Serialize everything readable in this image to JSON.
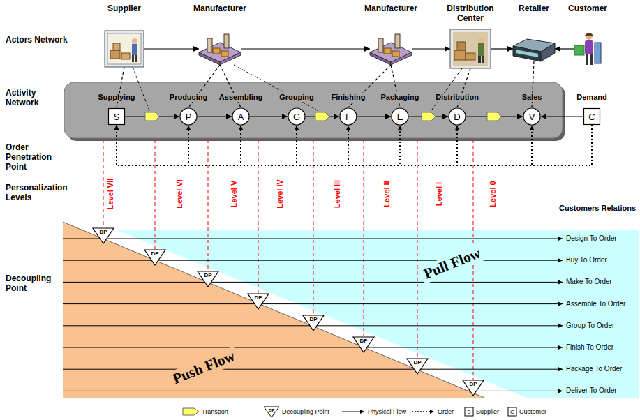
{
  "diagram": {
    "nodes": [
      {
        "text": [
          "Supplier"
        ]
      },
      {
        "text": [
          "Manufacturer"
        ]
      },
      {
        "text": [
          "Manufacturer"
        ]
      },
      {
        "text": [
          "Distribution Center"
        ]
      },
      {
        "text": [
          "Retailer"
        ]
      },
      {
        "text": [
          "Customer"
        ]
      },
      {
        "text": [
          "Supplying",
          "S"
        ]
      },
      {
        "text": [
          "Producing",
          "P"
        ]
      },
      {
        "text": [
          "Assembling",
          "A"
        ]
      },
      {
        "text": [
          "Grouping",
          "G"
        ]
      },
      {
        "text": [
          "Finishing",
          "F"
        ]
      },
      {
        "text": [
          "Packaging",
          "E"
        ]
      },
      {
        "text": [
          "Distribution",
          "D"
        ]
      },
      {
        "text": [
          "Sales",
          "V"
        ]
      },
      {
        "text": [
          "Demand",
          "C"
        ]
      },
      {
        "text": [
          "DP"
        ]
      },
      {
        "text": [
          "DP"
        ]
      },
      {
        "text": [
          "DP"
        ]
      },
      {
        "text": [
          "DP"
        ]
      },
      {
        "text": [
          "DP"
        ]
      },
      {
        "text": [
          "DP"
        ]
      },
      {
        "text": [
          "DP"
        ]
      },
      {
        "text": [
          "DP"
        ]
      }
    ],
    "edges": [
      {
        "from": 0,
        "to": 1,
        "arrow": "to"
      },
      {
        "from": 1,
        "to": 2,
        "arrow": "to"
      },
      {
        "from": 2,
        "to": 3,
        "arrow": "to"
      },
      {
        "from": 3,
        "to": 4,
        "arrow": "to"
      },
      {
        "from": 5,
        "to": 4,
        "arrow": "to"
      },
      {
        "from": 6,
        "to": 7,
        "arrow": "to"
      },
      {
        "from": 7,
        "to": 8,
        "arrow": "to"
      },
      {
        "from": 8,
        "to": 9,
        "arrow": "to"
      },
      {
        "from": 9,
        "to": 10,
        "arrow": "to"
      },
      {
        "from": 10,
        "to": 11,
        "arrow": "to"
      },
      {
        "from": 11,
        "to": 12,
        "arrow": "to"
      },
      {
        "from": 12,
        "to": 13,
        "arrow": "to"
      },
      {
        "from": 14,
        "to": 13,
        "arrow": "to"
      },
      {
        "from": 0,
        "to": 6,
        "arrow": "none"
      },
      {
        "from": 1,
        "to": 7,
        "arrow": "none"
      },
      {
        "from": 1,
        "to": 8,
        "arrow": "none"
      },
      {
        "from": 2,
        "to": 10,
        "arrow": "none"
      },
      {
        "from": 2,
        "to": 11,
        "arrow": "none"
      },
      {
        "from": 3,
        "to": 12,
        "arrow": "none"
      },
      {
        "from": 4,
        "to": 13,
        "arrow": "none"
      },
      {
        "from": 14,
        "to": 6,
        "arrow": "to"
      },
      {
        "from": 14,
        "to": 7,
        "arrow": "to"
      },
      {
        "from": 14,
        "to": 8,
        "arrow": "to"
      },
      {
        "from": 14,
        "to": 9,
        "arrow": "to"
      },
      {
        "from": 14,
        "to": 10,
        "arrow": "to"
      },
      {
        "from": 14,
        "to": 11,
        "arrow": "to"
      },
      {
        "from": 14,
        "to": 12,
        "arrow": "to"
      },
      {
        "from": 14,
        "to": 13,
        "arrow": "to"
      }
    ],
    "labels": [
      "Actors Network",
      "Activity Network",
      "Order Penetration Point",
      "Personalization Levels",
      "Decoupling Point",
      "Level VII",
      "Level VI",
      "Level V",
      "Level IV",
      "Level III",
      "Level II",
      "Level I",
      "Level 0",
      "Customers Relations",
      "Design To Order",
      "Buy To Order",
      "Make To Order",
      "Assemble To Order",
      "Group To Order",
      "Finish To Order",
      "Package To Order",
      "Deliver To Order",
      "Pull Flow",
      "Push Flow",
      "DP",
      "S",
      "C"
    ],
    "legend": [
      {
        "text": "Transport"
      },
      {
        "text": "Decoupling Point"
      },
      {
        "text": "Physical Flow"
      },
      {
        "text": "Order"
      },
      {
        "text": "Supplier"
      },
      {
        "text": "Customer"
      }
    ]
  }
}
